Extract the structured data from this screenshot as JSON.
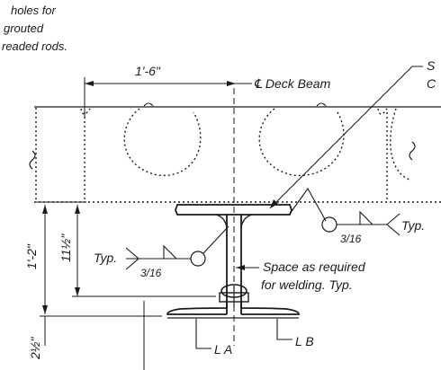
{
  "notes": {
    "holes_line1": "holes for",
    "holes_line2": "grouted",
    "holes_line3": "readed rods.",
    "top_right_1": "S",
    "top_right_2": "C"
  },
  "dimensions": {
    "beam_spacing": "1'-6\"",
    "overall_height": "1'-2\"",
    "web_height": "11½\"",
    "bottom_offset": "2½\""
  },
  "labels": {
    "deck_beam": "℄ Deck Beam",
    "typ_left": "Typ.",
    "typ_right": "Typ.",
    "space_line1": "Space as required",
    "space_line2": "for welding. Typ.",
    "angle_a": "L  A",
    "angle_b": "L  B"
  },
  "weld_symbols": {
    "left_size": "3/16",
    "right_size": "3/16"
  }
}
